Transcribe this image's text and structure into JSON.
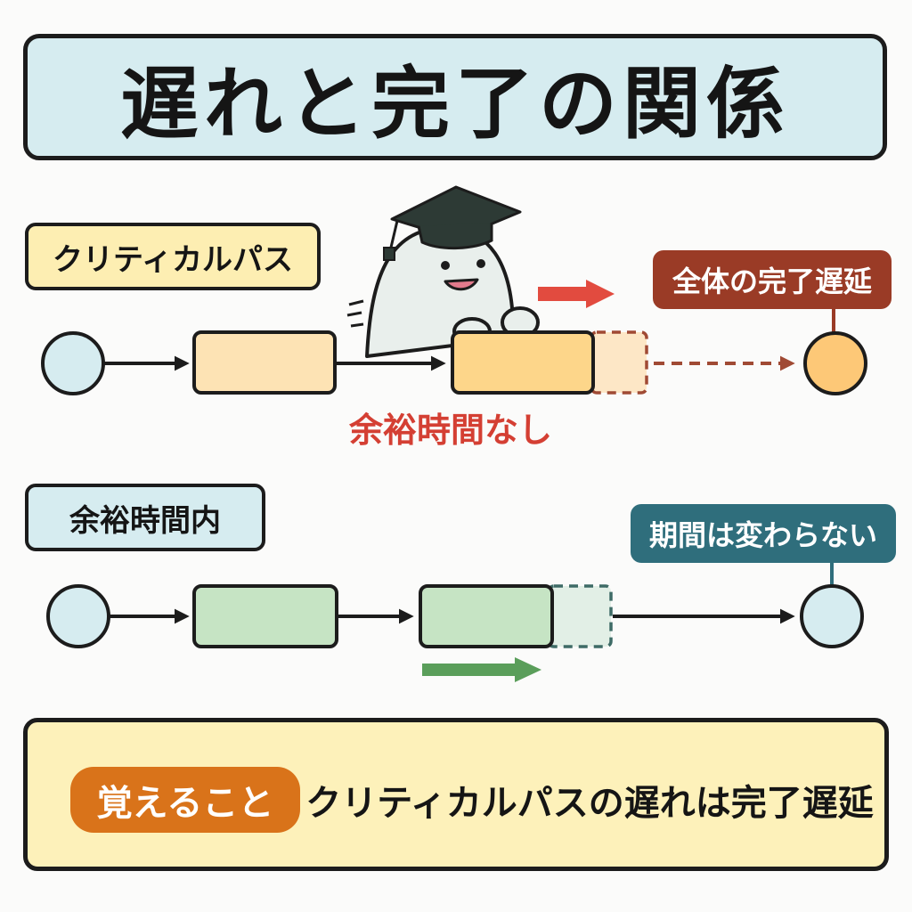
{
  "title": "遅れと完了の関係",
  "critical_path": {
    "label": "クリティカルパス",
    "callout": "全体の完了遅延",
    "note": "余裕時間なし"
  },
  "float_path": {
    "label": "余裕時間内",
    "callout": "期間は変わらない"
  },
  "summary": {
    "tag": "覚えること",
    "text": "クリティカルパスの遅れは完了遅延"
  },
  "icons": [
    "graduation-cap-icon",
    "ghost-character-icon",
    "red-arrow-icon",
    "green-arrow-icon"
  ],
  "colors": {
    "title_bg": "#d6ecf0",
    "critical_task": "#fdd68a",
    "float_task": "#c6e4c4",
    "delay_callout": "#9a3b26",
    "same_callout": "#2f6e7c",
    "summary_bg": "#fdf1ba",
    "summary_tag": "#d9731a",
    "red_accent": "#d43f33",
    "green_accent": "#5a9e5a"
  }
}
